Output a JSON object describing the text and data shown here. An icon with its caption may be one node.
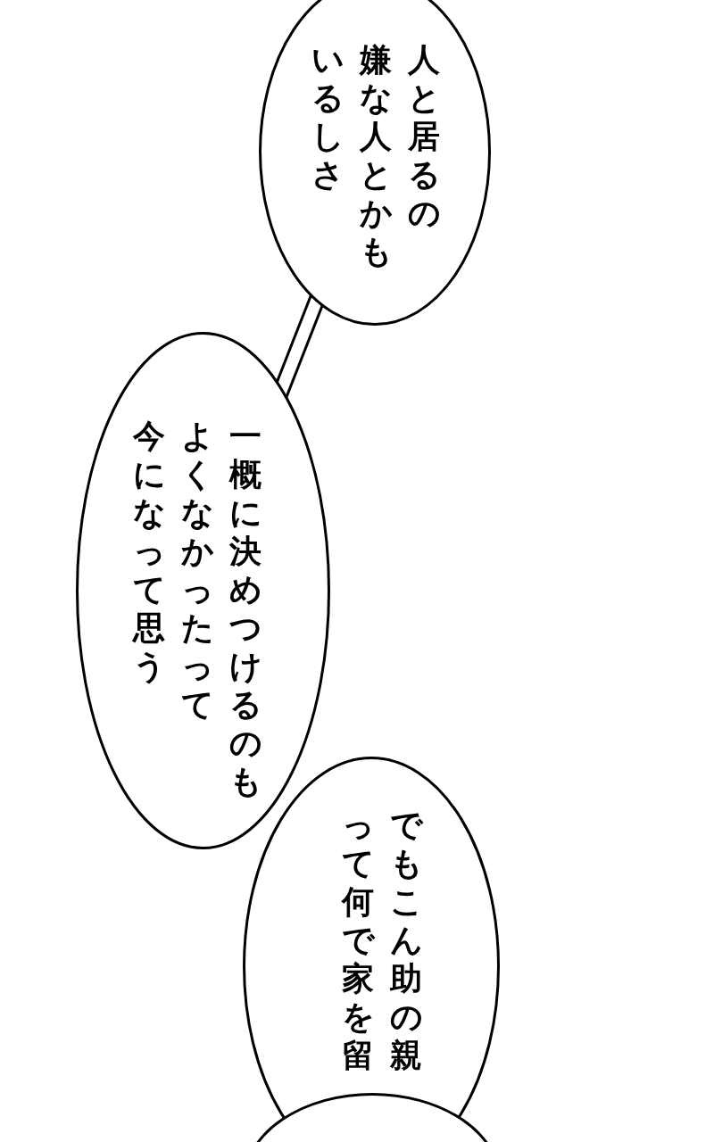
{
  "diagram": {
    "nodes": [
      {
        "text": [
          "人と居るの嫌な人とかもいるしさ"
        ]
      },
      {
        "text": [
          "一概に決めつけるのもよくなかったって今になって思う"
        ]
      },
      {
        "text": [
          "でもこん助の親って何で家を留"
        ]
      },
      {
        "text": [],
        "shape": "ellipse"
      }
    ],
    "edges": [
      {
        "from": 0,
        "to": 1,
        "arrow": "none"
      }
    ]
  }
}
